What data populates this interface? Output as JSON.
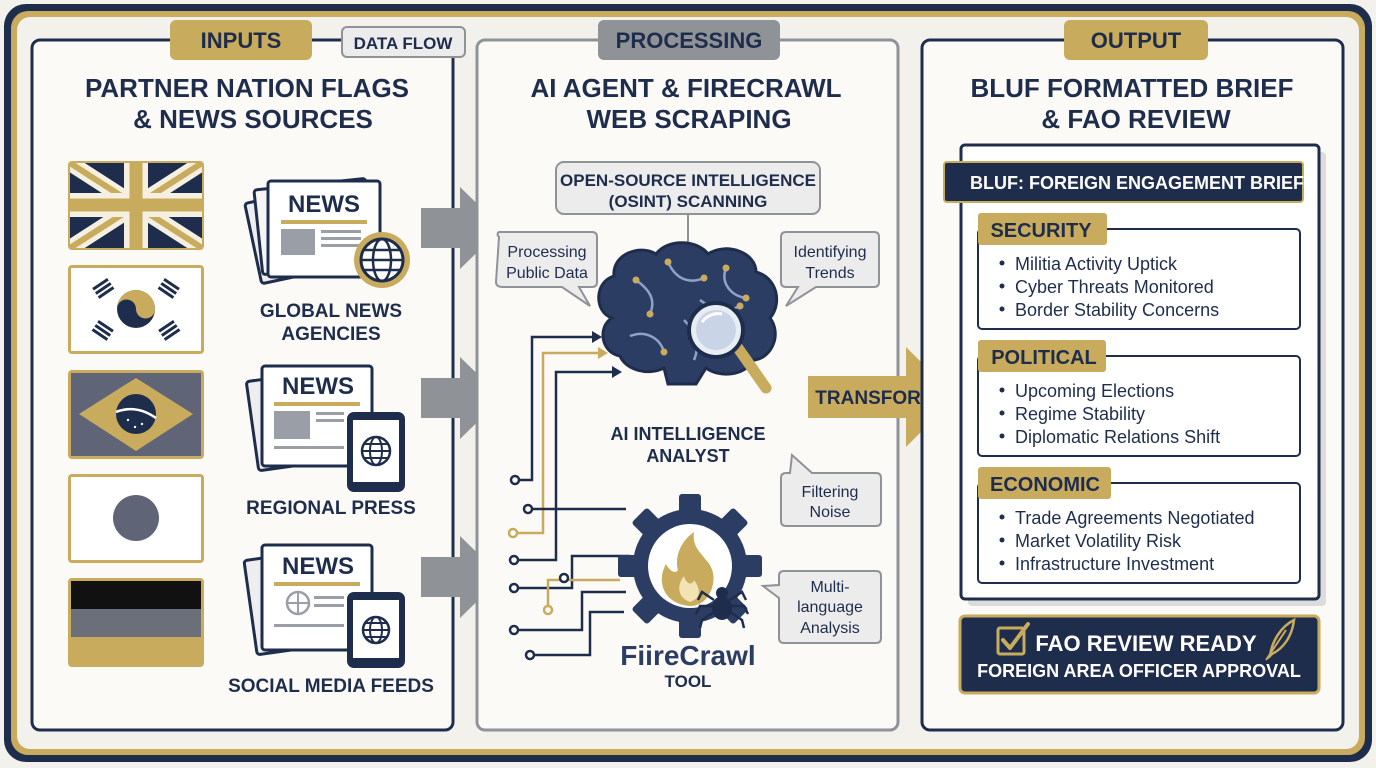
{
  "colors": {
    "navy": "#1f2d4d",
    "gold": "#c8ab5c",
    "grey": "#8f9398",
    "light_grey": "#dcdcdc",
    "panel": "#fafaf8"
  },
  "inputs": {
    "badge": "INPUTS",
    "data_flow_label": "DATA FLOW",
    "title_line1": "PARTNER NATION FLAGS",
    "title_line2": "& NEWS SOURCES",
    "flags": [
      "flag-union-jack",
      "flag-south-korea",
      "flag-brazil",
      "flag-japan",
      "flag-tricolor"
    ],
    "sources": [
      {
        "icon_text": "NEWS",
        "label_line1": "GLOBAL NEWS",
        "label_line2": "AGENCIES"
      },
      {
        "icon_text": "NEWS",
        "label_line1": "REGIONAL PRESS",
        "label_line2": ""
      },
      {
        "icon_text": "NEWS",
        "label_line1": "SOCIAL MEDIA FEEDS",
        "label_line2": ""
      }
    ]
  },
  "processing": {
    "badge": "PROCESSING",
    "title_line1": "AI AGENT & FIRECRAWL",
    "title_line2": "WEB SCRAPING",
    "osint_line1": "OPEN-SOURCE INTELLIGENCE",
    "osint_line2": "(OSINT) SCANNING",
    "callouts": [
      {
        "line1": "Processing",
        "line2": "Public Data",
        "line3": ""
      },
      {
        "line1": "Identifying",
        "line2": "Trends",
        "line3": ""
      },
      {
        "line1": "Filtering",
        "line2": "Noise",
        "line3": ""
      },
      {
        "line1": "Multi-",
        "line2": "language",
        "line3": "Analysis"
      }
    ],
    "analyst_line1": "AI INTELLIGENCE",
    "analyst_line2": "ANALYST",
    "tool_name": "FiireCrawl",
    "tool_label": "TOOL"
  },
  "transform_label": "TRANSFORM",
  "output": {
    "badge": "OUTPUT",
    "title_line1": "BLUF FORMATTED BRIEF",
    "title_line2": "& FAO REVIEW",
    "brief_title": "BLUF: FOREIGN ENGAGEMENT BRIEF",
    "sections": [
      {
        "name": "SECURITY",
        "bullets": [
          "Militia Activity Uptick",
          "Cyber Threats Monitored",
          "Border Stability Concerns"
        ]
      },
      {
        "name": "POLITICAL",
        "bullets": [
          "Upcoming Elections",
          "Regime Stability",
          "Diplomatic Relations Shift"
        ]
      },
      {
        "name": "ECONOMIC",
        "bullets": [
          "Trade Agreements Negotiated",
          "Market Volatility Risk",
          "Infrastructure Investment"
        ]
      }
    ],
    "review_title": "FAO REVIEW READY",
    "review_subtitle": "FOREIGN AREA OFFICER APPROVAL"
  }
}
